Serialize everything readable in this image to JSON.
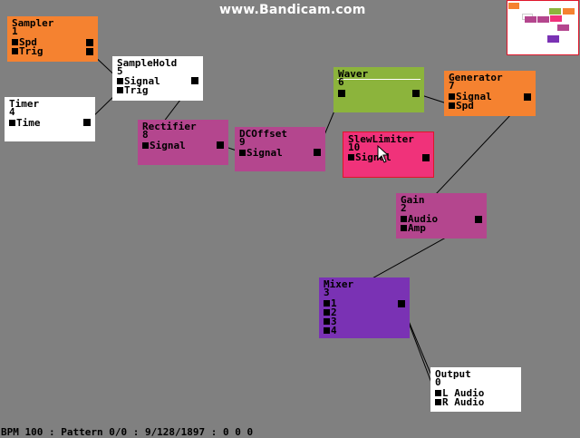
{
  "watermark": "www.Bandicam.com",
  "status_bar": "BPM 100 : Pattern 0/0 : 9/128/1897 : 0 0 0",
  "nodes": {
    "sampler": {
      "title": "Sampler",
      "number": "1",
      "color": "#f58230",
      "inputs": [
        "Spd",
        "Trig"
      ]
    },
    "samplehold": {
      "title": "SampleHold",
      "number": "5",
      "color": "#ffffff",
      "inputs": [
        "Signal",
        "Trig"
      ]
    },
    "timer": {
      "title": "Timer",
      "number": "4",
      "color": "#ffffff",
      "inputs": [
        "Time"
      ]
    },
    "rectifier": {
      "title": "Rectifier",
      "number": "8",
      "color": "#b4468e",
      "inputs": [
        "Signal"
      ]
    },
    "dcoffset": {
      "title": "DCOffset",
      "number": "9",
      "color": "#b4468e",
      "inputs": [
        "Signal"
      ]
    },
    "waver": {
      "title": "Waver",
      "number": "6",
      "color": "#8cb43c",
      "inputs": []
    },
    "generator": {
      "title": "Generator",
      "number": "7",
      "color": "#f58230",
      "inputs": [
        "Signal",
        "Spd"
      ]
    },
    "slewlimiter": {
      "title": "SlewLimiter",
      "number": "10",
      "color": "#f0327a",
      "inputs": [
        "Signal"
      ]
    },
    "gain": {
      "title": "Gain",
      "number": "2",
      "color": "#b4468e",
      "inputs": [
        "Audio",
        "Amp"
      ]
    },
    "mixer": {
      "title": "Mixer",
      "number": "3",
      "color": "#7a32b4",
      "inputs": [
        "1",
        "2",
        "3",
        "4"
      ]
    },
    "output": {
      "title": "Output",
      "number": "0",
      "color": "#ffffff",
      "inputs": [
        "L Audio",
        "R Audio"
      ]
    }
  }
}
